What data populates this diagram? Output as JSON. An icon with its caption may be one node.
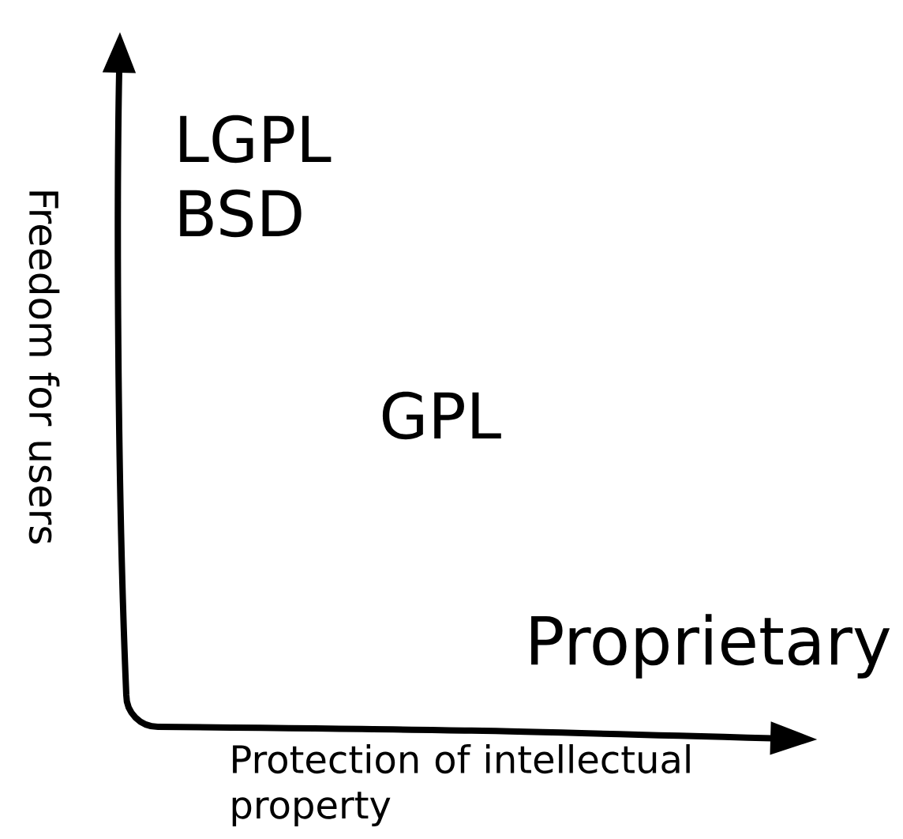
{
  "diagram": {
    "labels": [
      "LGPL",
      "BSD",
      "GPL",
      "Proprietary",
      "Freedom for users",
      "Protection of intellectual property"
    ]
  }
}
